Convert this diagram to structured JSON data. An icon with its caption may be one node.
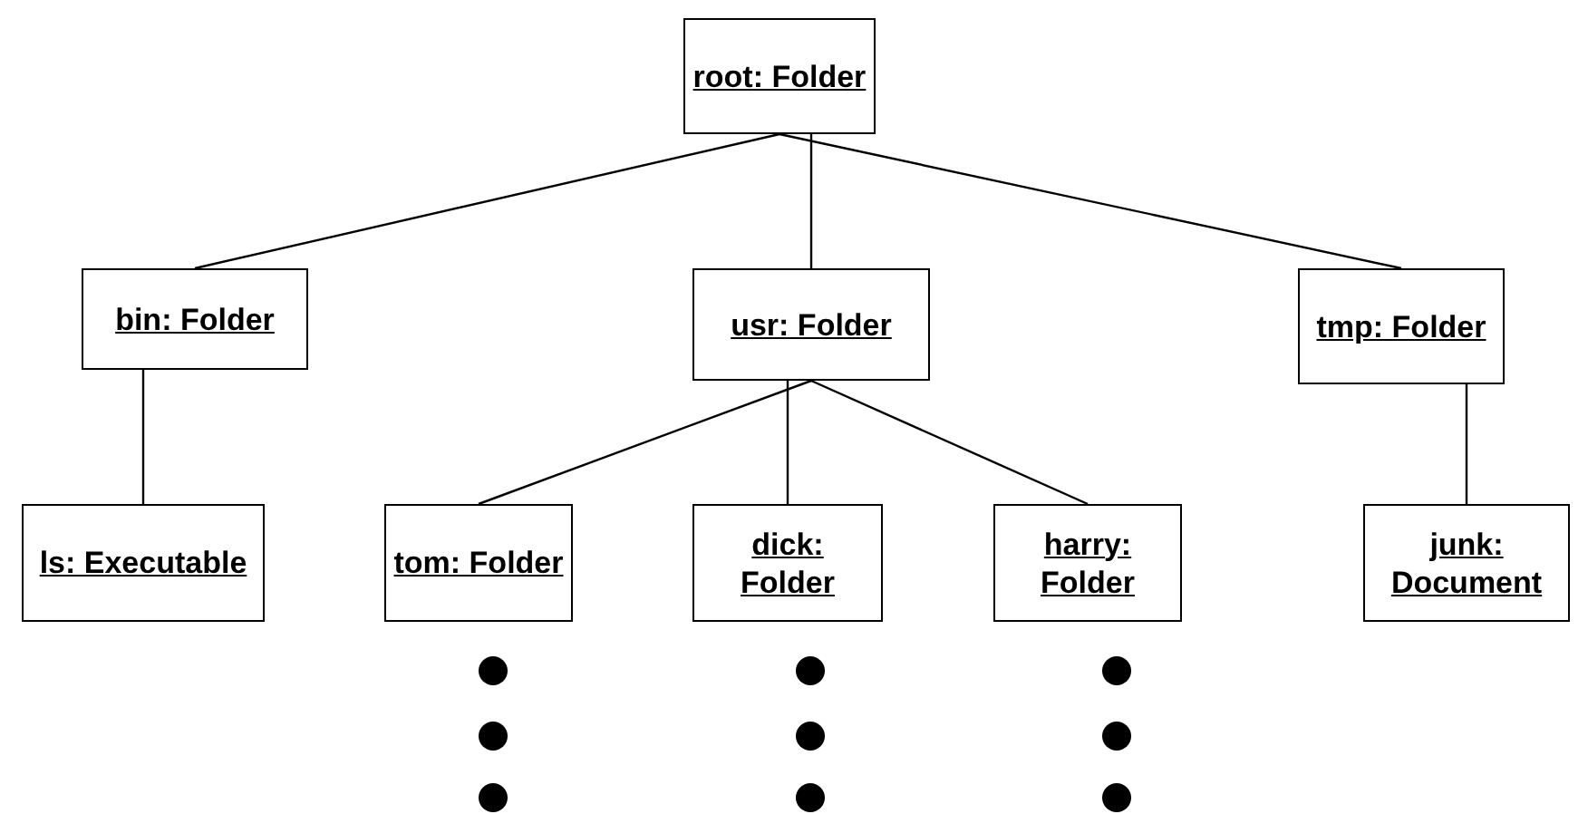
{
  "diagram": {
    "nodes": [
      {
        "text": [
          "root: Folder"
        ]
      },
      {
        "text": [
          "bin: Folder"
        ]
      },
      {
        "text": [
          "usr: Folder"
        ]
      },
      {
        "text": [
          "tmp: Folder"
        ]
      },
      {
        "text": [
          "ls: Executable"
        ]
      },
      {
        "text": [
          "tom: Folder"
        ]
      },
      {
        "text": [
          "dick: Folder"
        ]
      },
      {
        "text": [
          "harry: Folder"
        ]
      },
      {
        "text": [
          "junk: Document"
        ]
      }
    ],
    "edges": [
      {
        "from": 0,
        "to": 1,
        "arrow": "none"
      },
      {
        "from": 0,
        "to": 2,
        "arrow": "none"
      },
      {
        "from": 0,
        "to": 3,
        "arrow": "none"
      },
      {
        "from": 1,
        "to": 4,
        "arrow": "none"
      },
      {
        "from": 2,
        "to": 5,
        "arrow": "none"
      },
      {
        "from": 2,
        "to": 6,
        "arrow": "none"
      },
      {
        "from": 2,
        "to": 7,
        "arrow": "none"
      },
      {
        "from": 3,
        "to": 8,
        "arrow": "none"
      }
    ]
  }
}
